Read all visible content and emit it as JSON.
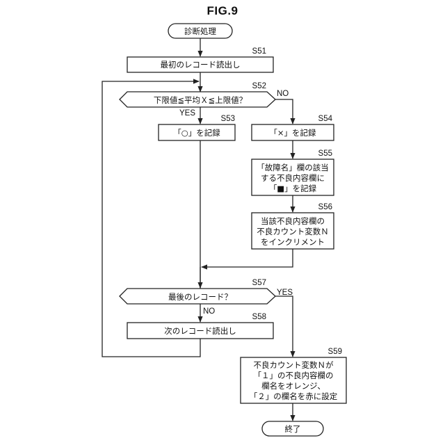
{
  "figure_title": "FIG.9",
  "nodes": {
    "start": "診断処理",
    "s51": [
      "最初のレコード読出し"
    ],
    "s52": [
      "下限値≦平均Ｘ≦上限値？"
    ],
    "s53": [
      "「○」を記録"
    ],
    "s54": [
      "「×」を記録"
    ],
    "s55": [
      "「故障名」欄の該当",
      "する不良内容欄に",
      "「■」を記録"
    ],
    "s56": [
      "当該不良内容欄の",
      "不良カウント変数Ｎ",
      "をインクリメント"
    ],
    "s57": [
      "最後のレコード？"
    ],
    "s58": [
      "次のレコード読出し"
    ],
    "s59": [
      "不良カウント変数Ｎが",
      "「１」の不良内容欄の",
      "欄名をオレンジ、",
      "「２」の欄名を赤に設定"
    ],
    "end": "終了"
  },
  "step_labels": {
    "s51": "S51",
    "s52": "S52",
    "s53": "S53",
    "s54": "S54",
    "s55": "S55",
    "s56": "S56",
    "s57": "S57",
    "s58": "S58",
    "s59": "S59"
  },
  "branch_labels": {
    "s52_yes": "YES",
    "s52_no": "NO",
    "s57_yes": "YES",
    "s57_no": "NO"
  }
}
